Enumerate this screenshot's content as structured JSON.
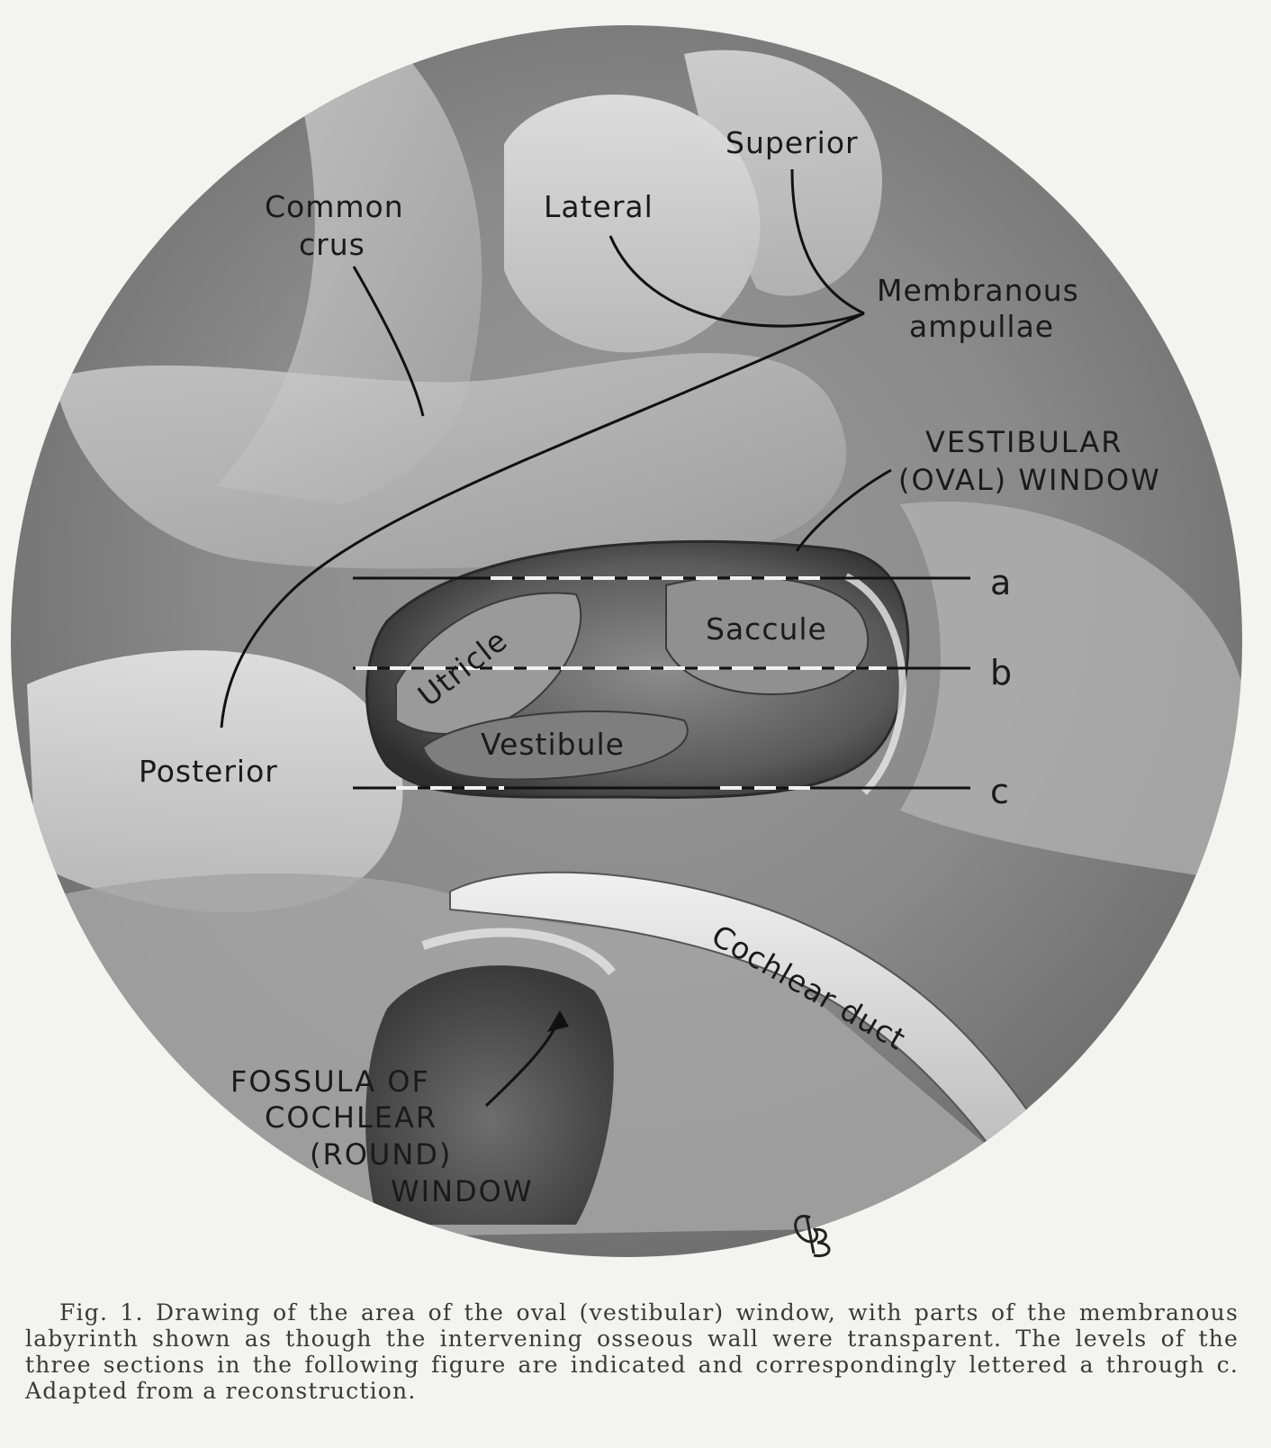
{
  "labels": {
    "common_crus_1": "Common",
    "common_crus_2": "crus",
    "lateral": "Lateral",
    "superior": "Superior",
    "membranous_ampullae_1": "Membranous",
    "membranous_ampullae_2": "ampullae",
    "vestibular_window_1": "VESTIBULAR",
    "vestibular_window_2": "(OVAL) WINDOW",
    "saccule": "Saccule",
    "utricle": "Utricle",
    "vestibule": "Vestibule",
    "posterior": "Posterior",
    "cochlear_duct": "Cochlear duct",
    "fossula_1": "FOSSULA OF",
    "fossula_2": "COCHLEAR",
    "fossula_3": "(ROUND)",
    "fossula_4": "WINDOW",
    "level_a": "a",
    "level_b": "b",
    "level_c": "c"
  },
  "signature": "GB",
  "caption": "Fig. 1. Drawing of the area of the oval (vestibular) window, with parts of the membranous labyrinth shown as though the intervening osseous wall were transparent. The levels of the three sections in the following figure are indicated and correspondingly lettered a through c. Adapted from a reconstruction."
}
